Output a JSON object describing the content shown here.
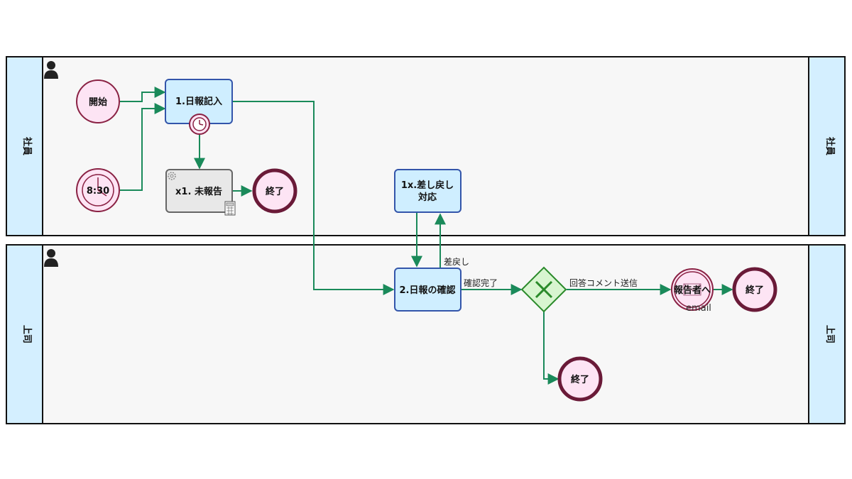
{
  "lanes": [
    {
      "label": "社員"
    },
    {
      "label": "上司"
    }
  ],
  "nodes": {
    "start": {
      "label": "開始"
    },
    "timer_start": {
      "label": "8:30"
    },
    "task_daily_report": {
      "label": "1.日報記入"
    },
    "task_unreported": {
      "label": "x1. 未報告"
    },
    "end_unreported": {
      "label": "終了"
    },
    "task_return": {
      "line1": "1x.差し戻し",
      "line2": "対応"
    },
    "task_confirm": {
      "label": "2.日報の確認"
    },
    "gateway": {
      "label": ""
    },
    "email_event": {
      "label": "報告者へ",
      "sub": "email"
    },
    "end_email": {
      "label": "終了"
    },
    "end_gateway": {
      "label": "終了"
    }
  },
  "edges": {
    "return_label": "差戻し",
    "confirm_done_label": "確認完了",
    "reply_label": "回答コメント送信"
  },
  "colors": {
    "edge": "#1a8a5a",
    "task_fill": "#cfeeff",
    "task_stroke": "#3355aa",
    "event_fill": "#fde4f4",
    "event_stroke": "#8a2244",
    "end_stroke": "#6a1a38",
    "gateway_fill": "#d8f5d0",
    "gateway_stroke": "#2a8a2a",
    "lane_header": "#d4efff",
    "lane_body": "#f7f7f7"
  }
}
